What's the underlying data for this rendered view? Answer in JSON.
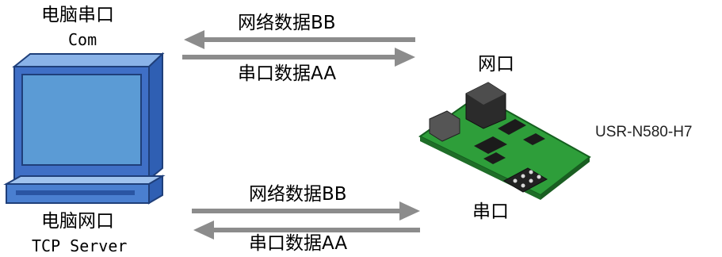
{
  "pc": {
    "serial_title": "电脑串口",
    "serial_subtitle": "Com",
    "net_title": "电脑网口",
    "net_subtitle": "TCP Server"
  },
  "top_flow": {
    "to_pc_label": "网络数据BB",
    "to_device_label": "串口数据AA"
  },
  "bottom_flow": {
    "to_device_label": "网络数据BB",
    "to_pc_label": "串口数据AA"
  },
  "device": {
    "model": "USR-N580-H7",
    "net_port_label": "网口",
    "serial_port_label": "串口"
  },
  "colors": {
    "arrow": "#8c8c8c",
    "monitor_blue": "#3f6fc6",
    "screen_blue": "#5b9bd5",
    "pcb_green": "#2e9e3a"
  }
}
